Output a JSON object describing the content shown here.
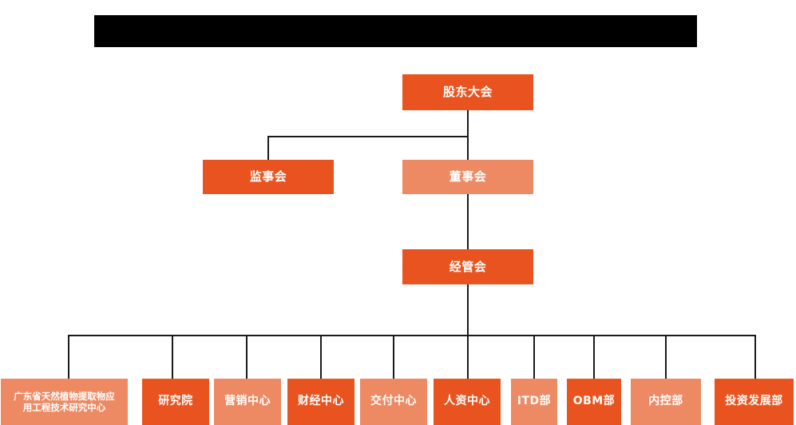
{
  "diagram": {
    "type": "org-chart",
    "title_bar": {
      "label": "",
      "redacted": true,
      "color": "#000000"
    },
    "colors": {
      "background": "#ffffff",
      "node_dark": "#E9531F",
      "node_light": "#ED8A63",
      "connector": "#1a1a1a",
      "node_text": "#ffffff"
    },
    "levels": [
      {
        "level": 1,
        "nodes": [
          {
            "id": "shareholders",
            "label": "股东大会",
            "tone": "dark"
          }
        ]
      },
      {
        "level": 2,
        "nodes": [
          {
            "id": "supervisors",
            "label": "监事会",
            "tone": "dark"
          },
          {
            "id": "directors",
            "label": "董事会",
            "tone": "light"
          }
        ]
      },
      {
        "level": 3,
        "nodes": [
          {
            "id": "management",
            "label": "经管会",
            "tone": "dark"
          }
        ]
      },
      {
        "level": 4,
        "nodes": [
          {
            "id": "gd-center",
            "label": "广东省天然植物提取物应用工程技术研究中心",
            "line1": "广东省天然植物提取物应",
            "line2": "用工程技术研究中心",
            "tone": "light"
          },
          {
            "id": "research-institute",
            "label": "研究院",
            "tone": "dark"
          },
          {
            "id": "marketing-center",
            "label": "营销中心",
            "tone": "light"
          },
          {
            "id": "finance-center",
            "label": "财经中心",
            "tone": "dark"
          },
          {
            "id": "delivery-center",
            "label": "交付中心",
            "tone": "light"
          },
          {
            "id": "hr-center",
            "label": "人资中心",
            "tone": "dark"
          },
          {
            "id": "itd-dept",
            "label": "ITD部",
            "tone": "light"
          },
          {
            "id": "obm-dept",
            "label": "OBM部",
            "tone": "dark"
          },
          {
            "id": "internal-control-dept",
            "label": "内控部",
            "tone": "light"
          },
          {
            "id": "investment-development-dept",
            "label": "投资发展部",
            "tone": "dark"
          }
        ]
      }
    ],
    "edges": [
      {
        "from": "shareholders",
        "to": "supervisors"
      },
      {
        "from": "shareholders",
        "to": "directors"
      },
      {
        "from": "directors",
        "to": "management"
      },
      {
        "from": "management",
        "to": "gd-center"
      },
      {
        "from": "management",
        "to": "research-institute"
      },
      {
        "from": "management",
        "to": "marketing-center"
      },
      {
        "from": "management",
        "to": "finance-center"
      },
      {
        "from": "management",
        "to": "delivery-center"
      },
      {
        "from": "management",
        "to": "hr-center"
      },
      {
        "from": "management",
        "to": "itd-dept"
      },
      {
        "from": "management",
        "to": "obm-dept"
      },
      {
        "from": "management",
        "to": "internal-control-dept"
      },
      {
        "from": "management",
        "to": "investment-development-dept"
      }
    ]
  }
}
